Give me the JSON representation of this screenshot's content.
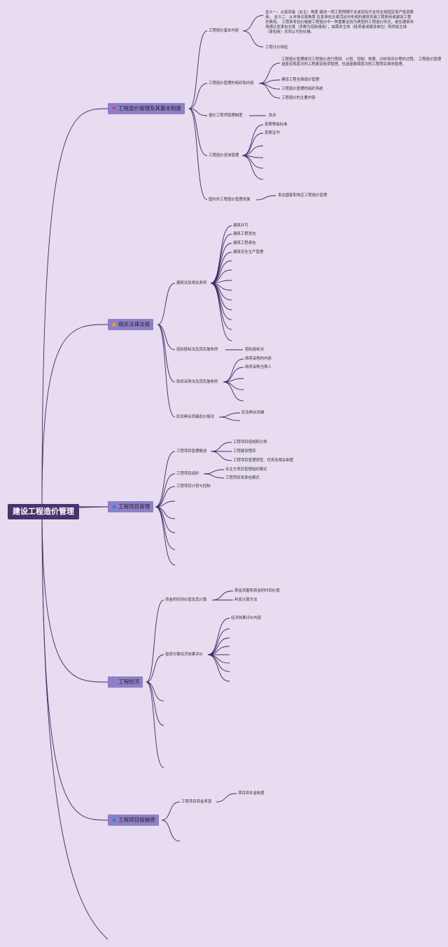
{
  "root": {
    "label": "建设工程造价管理"
  },
  "topics": [
    {
      "label": "工程造价管理及其基本制度",
      "icon": "❤",
      "icon_name": "heart-icon",
      "icon_color": "#e0305a"
    },
    {
      "label": "相关法律法规",
      "icon": "●",
      "icon_name": "orange-circle-icon",
      "icon_color": "#f0a020"
    },
    {
      "label": "工程项目管理",
      "icon": "●",
      "icon_name": "blue-circle-icon",
      "icon_color": "#3a7ee0"
    },
    {
      "label": "工程经济",
      "icon": "♡",
      "icon_name": "heart-outline-icon",
      "icon_color": "#e0305a"
    },
    {
      "label": "工程项目投融资",
      "icon": "●",
      "icon_name": "blue-circle-icon",
      "icon_color": "#3a7ee0"
    }
  ],
  "nodes": {
    "cost_basic": "工程造价基本内容",
    "def1": "含义一：从投资者（业主）角度 建设一项工程预期开支或实际开支的全部固定资产投资费用。 含义二：从市场交易角度 在发承包交易活动中形成的建筑安装工程费用或建设工程总费用。 工程承发包价格是工程造价中一种重要且较为典型的工程造价形式，是在建筑市场通过发承包交易（多数为招标投标），由需求主体（投资者或建设单位）和供给主体（承包商）共同认可的价格。",
    "pricing": "工程计价特征",
    "org_content": "工程造价管理的组织和内容",
    "mgmt_def": "工程造价管理是对工程造价进行预测、计划、控制、核算、分析和评价等的过程。 工程造价管理涵盖宏观层次的工程建设投资管理，也涵盖微观层次的工程项目费用管理。",
    "full_process": "建设工程全面造价管理",
    "org_system": "工程造价管理的组织系统",
    "main_content": "工程造价的主要内容",
    "engineer": "造价工程师管理制度",
    "practice": "执业",
    "consult": "工程造价咨询管理",
    "qualification": "资质等级标准",
    "cert": "资质证书",
    "development": "国内外工程造价管理发展",
    "developed": "发达国家和地区工程造价管理",
    "construction_law": "建筑法及相关条例",
    "permit": "建筑许可",
    "contracting": "建筑工程发包",
    "undertaking": "建筑工程承包",
    "safety": "建筑安全生产管理",
    "bidding_law": "招标投标法及其实施条例",
    "bidding": "招标投标法",
    "procurement_law": "政府采购法及其实施条例",
    "proc_content": "政府采购的内容",
    "proc_party": "政府采购当事人",
    "civil_code": "民法典合同编及价格法",
    "civil_contract": "民法典合同编",
    "pm_overview": "工程项目管理概述",
    "pm_composition": "工程项目组成和分类",
    "pm_procedure": "工程建设程序",
    "pm_types": "工程项目管理类型、任务及相关制度",
    "pm_org": "工程项目组织",
    "pm_org_mode": "业主方项目管理组织模式",
    "pm_delivery": "工程项目发承包模式",
    "pm_plan": "工程项目计划与控制",
    "time_value": "资金的时间价值及其计算",
    "cash_flow": "现金流量和资金的时间价值",
    "interest": "利息计算方法",
    "evaluation": "投资方案经济效果评价",
    "eval_content": "经济效果评价内容",
    "funding": "工程项目资金来源",
    "capital_system": "项目资本金制度"
  }
}
